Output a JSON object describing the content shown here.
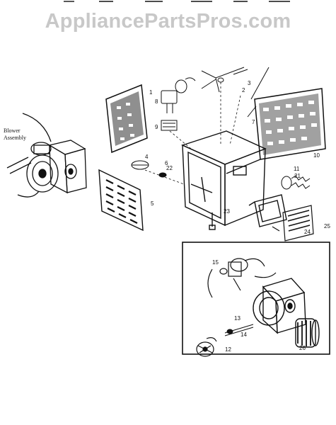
{
  "watermark": "AppliancePartsPros.com",
  "side_label": [
    "Blower",
    "Assembly"
  ],
  "callouts": {
    "c1": "1",
    "c2": "2",
    "c3": "3",
    "c4": "4",
    "c5": "5",
    "c6": "6",
    "c7": "7",
    "c8": "8",
    "c9": "9",
    "c10": "10",
    "c11": "11",
    "c12": "12",
    "c13": "13",
    "c14": "14",
    "c15": "15",
    "c21": "21",
    "c22": "22",
    "c23": "23",
    "c24": "24",
    "c25": "25",
    "c26": "26"
  },
  "colors": {
    "line": "#111111",
    "watermark": "#c8c8c8"
  }
}
